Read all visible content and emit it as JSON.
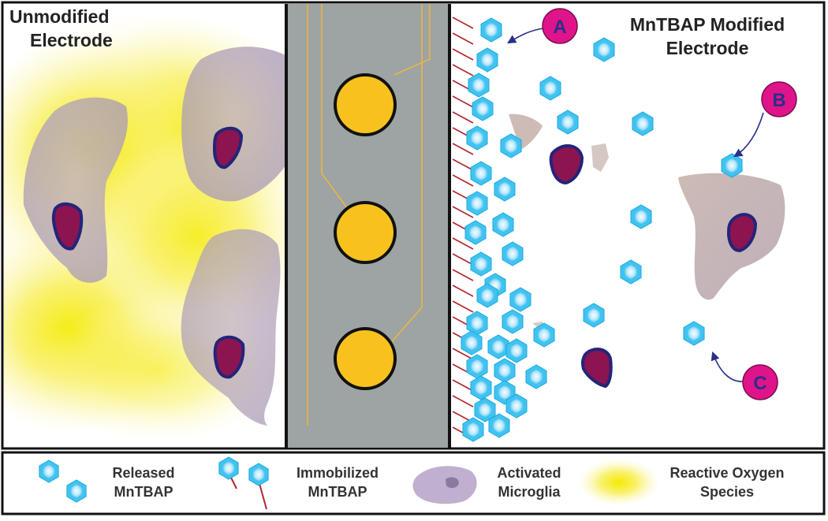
{
  "left_panel": {
    "title_line1": "Unmodified",
    "title_line2": "Electrode"
  },
  "right_panel": {
    "title_line1": "MnTBAP Modified",
    "title_line2": "Electrode"
  },
  "markers": [
    {
      "label": "A"
    },
    {
      "label": "B"
    },
    {
      "label": "C"
    }
  ],
  "legend": [
    {
      "line1": "Released",
      "line2": "MnTBAP",
      "icon": "released-mntbap-hexagon-icon"
    },
    {
      "line1": "Immobilized",
      "line2": "MnTBAP",
      "icon": "immobilized-mntbap-icon"
    },
    {
      "line1": "Activated",
      "line2": "Microglia",
      "icon": "microglia-icon"
    },
    {
      "line1": "Reactive Oxygen",
      "line2": "Species",
      "icon": "ros-glow-icon"
    }
  ],
  "colors": {
    "ros_yellow": "#f7ec3a",
    "microglia_body": "#b9a8b8",
    "nucleus": "#8c1450",
    "nucleus_outline": "#23257a",
    "mntbap_fill": "#41c3f0",
    "mntbap_inner": "#e8f9ff",
    "electrode_gray": "#9ea3a3",
    "contact_gold": "#f7c21e",
    "marker_magenta": "#e0148a",
    "tether_red": "#b3262e",
    "arrow_navy": "#2a2f8a"
  }
}
